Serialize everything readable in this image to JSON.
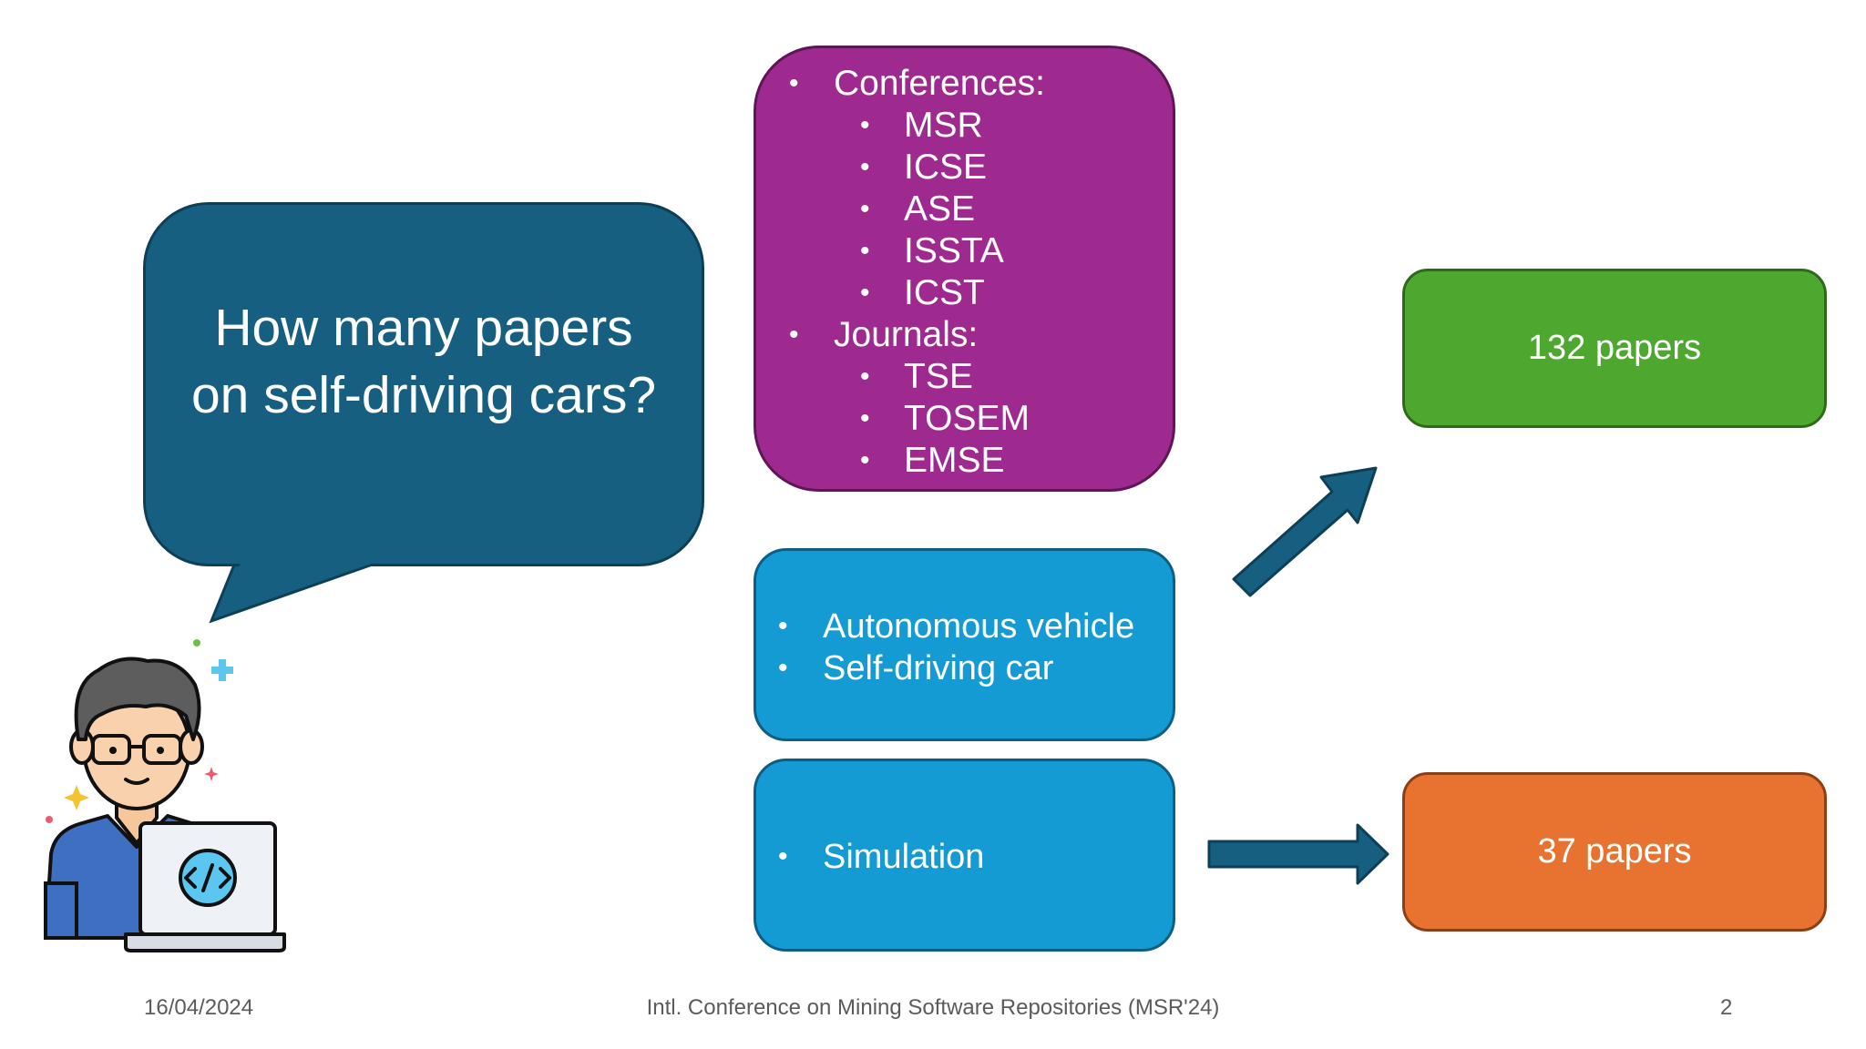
{
  "bubble": {
    "question": "How many papers on self-driving cars?"
  },
  "venues": {
    "conferences_label": "Conferences:",
    "conferences": [
      "MSR",
      "ICSE",
      "ASE",
      "ISSTA",
      "ICST"
    ],
    "journals_label": "Journals:",
    "journals": [
      "TSE",
      "TOSEM",
      "EMSE"
    ],
    "bullet": "•"
  },
  "keywords": {
    "terms": [
      "Autonomous vehicle",
      "Self-driving car"
    ],
    "simulation": "Simulation"
  },
  "results": {
    "total": "132 papers",
    "simulation": "37 papers"
  },
  "footer": {
    "date": "16/04/2024",
    "conference": "Intl. Conference on Mining Software Repositories (MSR'24)",
    "page": "2"
  },
  "colors": {
    "bubble": "#175f80",
    "venues": "#9f2a8f",
    "keywords": "#149bd4",
    "result_total": "#4ea82f",
    "result_simulation": "#e8722f",
    "arrow": "#175f80"
  },
  "icons": {
    "person": "developer-with-laptop-icon",
    "code": "code-brackets-icon"
  }
}
